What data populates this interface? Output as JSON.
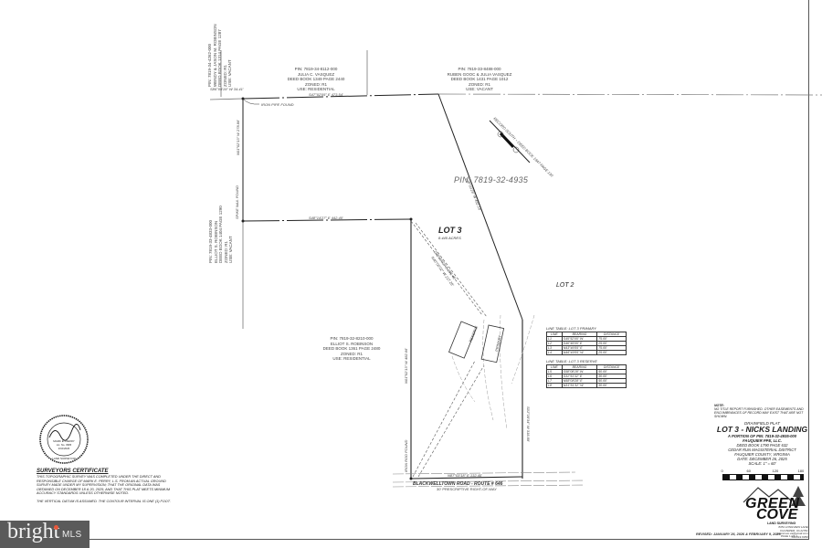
{
  "plat": {
    "pin_main": "PIN: 7819-32-4935",
    "lot3": {
      "label": "LOT 3",
      "acres": "8.445 ACRES"
    },
    "lot2": {
      "label": "LOT 2"
    },
    "adjoiners": {
      "top_left_vertical": [
        "PIN: 7819-34-4262-000",
        "WENDY & JASON M. ROBINSON",
        "DEED BOOK 1314 PAGE 1287",
        "ZONED: R1",
        "USE: VACANT"
      ],
      "top_center": [
        "PIN: 7819-34-8112-000",
        "JULIA C. VASQUEZ",
        "DEED BOOK 1349 PAGE 2440",
        "ZONED: R1",
        "USE: RESIDENTIAL"
      ],
      "top_right": [
        "PIN: 7819-33-8488-000",
        "RUBEN GOOC & JULIA VASQUEZ",
        "DEED BOOK 1431 PAGE 1012",
        "ZONED: R1",
        "USE: VACANT"
      ],
      "left_vertical": [
        "PIN: 7819-33-4833-000",
        "ELLIOT S. ROBINSON",
        "DEED BOOK 1404 PAGE 1290",
        "ZONED: R1",
        "USE: VACANT"
      ],
      "bottom_center": [
        "PIN: 7819-32-8210-000",
        "ELLIOT S. ROBINSON",
        "DEED BOOK 1361 PAGE 2480",
        "ZONED: R1",
        "USE: RESIDENTIAL"
      ]
    },
    "bearings": {
      "top": "S47°02'05\" E  473.54'",
      "corner_tie": "S86°09'19\" W  34.41'",
      "iron_pipe": "IRON PIPE FOUND",
      "spike_nail": "SPIKE NAIL FOUND",
      "west_upper": "N01°02'13\" W  278.86'",
      "middle": "S48°14'27\" E  442.40'",
      "east_diag": "S22°03'28\" W  482.16'",
      "drive_a": "S40°00'02\" E  285.46'",
      "drive_b": "N40°00'02\" W  217.28'",
      "west_lower": "N01°02'13\" W  482.66'",
      "east_lower": "S01°18'34\" W  318.89'",
      "road_frontage": "N87°03'18\" E  132.45'",
      "iron_rod_found": "IRON ROD FOUND",
      "tie_short": "13.28'",
      "easement_note": "RECORD SOUTH ~ DEED BOOK 1947 PAGE 130"
    },
    "road": {
      "name": "BLACKWELLTOWN ROAD - ROUTE # 646",
      "row": "30' PRESCRIPTIVE RIGHT-OF-WAY"
    },
    "drainfield_labels": {
      "reserve": "RESERVE",
      "primary": "PRIMARY",
      "lines": [
        "L1",
        "L2",
        "L3",
        "L4",
        "L5",
        "L6",
        "L7",
        "L8"
      ]
    }
  },
  "line_tables": [
    {
      "title": "LINE TABLE: LOT 3 PRIMARY",
      "headers": [
        "LINE",
        "BEARING",
        "DISTANCE"
      ],
      "rows": [
        [
          "L1",
          "S45°52'05\" W",
          "75.00'"
        ],
        [
          "L2",
          "S46°49'05\" E",
          "25.00'"
        ],
        [
          "L3",
          "N43°46'05\" E",
          "75.00'"
        ],
        [
          "L4",
          "N46°49'05\" W",
          "25.00'"
        ]
      ]
    },
    {
      "title": "LINE TABLE: LOT 3 RESERVE",
      "headers": [
        "LINE",
        "BEARING",
        "DISTANCE"
      ],
      "rows": [
        [
          "L5",
          "S58°08'28\" W",
          "50.00'"
        ],
        [
          "L6",
          "S31°51'32\" E",
          "30.00'"
        ],
        [
          "L7",
          "N58°08'28\" E",
          "50.00'"
        ],
        [
          "L8",
          "N31°51'32\" W",
          "30.00'"
        ]
      ]
    }
  ],
  "title_block": {
    "note_label": "NOTE:",
    "note_text": "NO TITLE REPORT FURNISHED. OTHER EASEMENTS AND ENCUMBRANCES OF RECORD MAY EXIST THAT ARE NOT SHOWN.",
    "subtitle": "DRAINFIELD PLAT",
    "title": "LOT 3 - NICKS LANDING",
    "pin_line": "A PORTION OF PIN: 7819-32-4935-000",
    "owner": "FAUQUIER PPE, LLC.",
    "deed": "DEED BOOK 1790 PAGE 632",
    "district": "CEDAR RUN MAGISTERIAL DISTRICT",
    "county": "FAUQUIER COUNTY, VIRGINIA",
    "date": "DATE: DECEMBER 26, 2025",
    "scale": "SCALE: 1\" = 60'",
    "scale_ticks": [
      "0",
      "60",
      "120",
      "180"
    ]
  },
  "logo": {
    "line1": "GREEN",
    "line2": "COVE",
    "tagline": "LAND SURVEYING",
    "address": [
      "8351 LONGVIEW LANE",
      "CULPEPER, VA 22701",
      "greencove.va@gmail.com",
      "540.219.8350"
    ]
  },
  "revised": "REVISED: JANUARY 26, 2026 & FEBRUARY 9, 2026",
  "sheet_no": "PAGE 1 OF 1",
  "surveyor": {
    "seal": {
      "top": "COMMONWEALTH OF VIRGINIA",
      "name": "MARK E. PERRY",
      "lic": "Lic. No. 3965",
      "date": "2/10/2026",
      "bottom": "LAND SURVEYOR"
    },
    "heading": "SURVEYORS CERTIFICATE",
    "body": "THIS TOPOGRAPHIC SURVEY WAS COMPLETED UNDER THE DIRECT AND RESPONSIBLE CHARGE OF MARK E. PERRY, L.S. FROM AN ACTUAL GROUND SURVEY MADE UNDER MY SUPERVISION; THAT THE ORIGINAL DATA WAS OBTAINED ON DECEMBER 18 & 20, 2025; AND THAT THIS PLAT MEETS MINIMUM ACCURACY STANDARDS UNLESS OTHERWISE NOTED.",
    "datum": "THE VERTICAL DATUM IS ASSUMED.  THE CONTOUR INTERVAL IS ONE (1) FOOT."
  },
  "watermark": {
    "brand": "bright",
    "suffix": "MLS"
  }
}
